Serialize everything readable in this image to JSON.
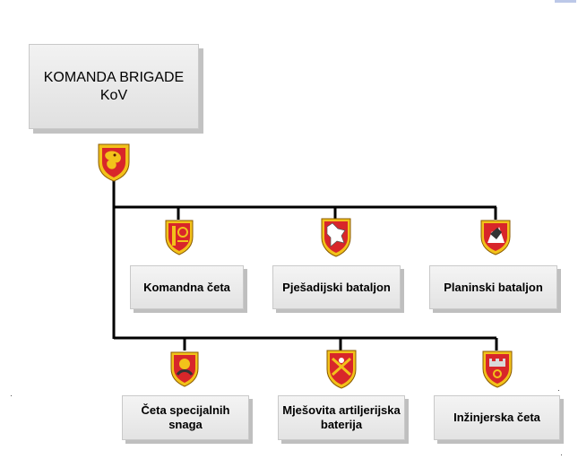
{
  "headquarters": {
    "line1": "KOMANDA BRIGADE",
    "line2": "KoV",
    "emblem_icon": "brigade-lion-crest-icon"
  },
  "top_row": [
    {
      "label": "Komandna četa",
      "emblem_icon": "command-company-crest-icon"
    },
    {
      "label": "Pješadijski bataljon",
      "emblem_icon": "infantry-wolf-crest-icon"
    },
    {
      "label": "Planinski bataljon",
      "emblem_icon": "mountain-goat-crest-icon"
    }
  ],
  "bottom_row": [
    {
      "label": "Četa specijalnih snaga",
      "emblem_icon": "special-forces-crest-icon"
    },
    {
      "label": "Mješovita artiljerijska baterija",
      "emblem_icon": "artillery-cannons-crest-icon"
    },
    {
      "label": "Inžinjerska četa",
      "emblem_icon": "engineer-castle-crest-icon"
    }
  ],
  "colors": {
    "connector": "#000000",
    "shield_red": "#d8262a",
    "shield_gold": "#f2c21a"
  }
}
